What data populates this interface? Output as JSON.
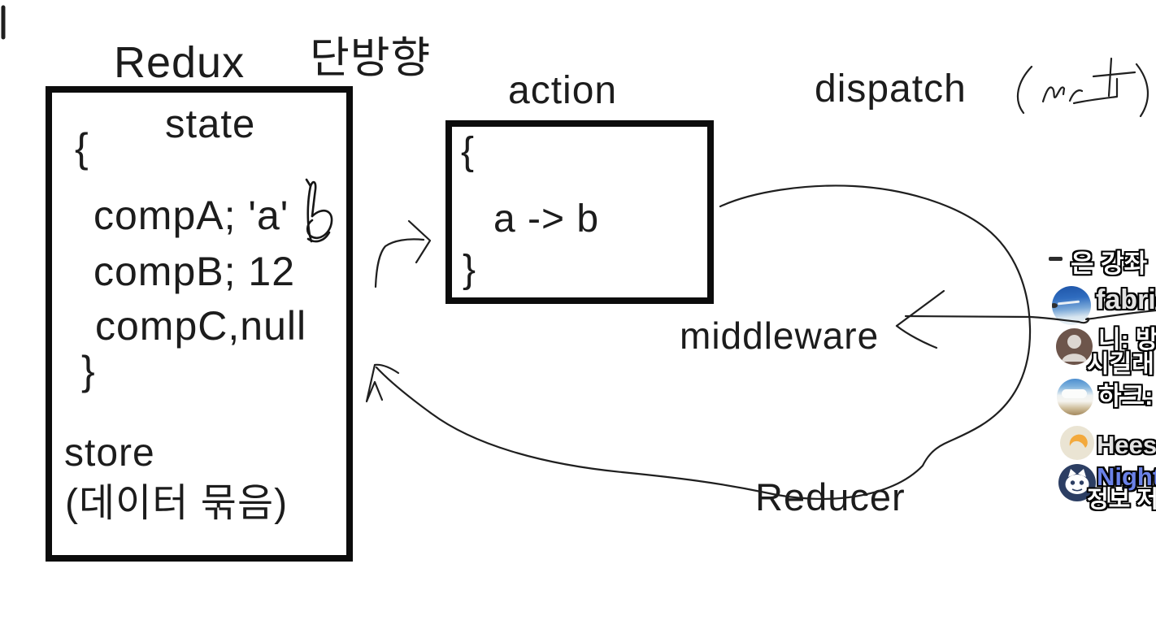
{
  "title": {
    "main": "Redux",
    "sub": "단방향"
  },
  "store_box": {
    "header": "state",
    "open_brace": "{",
    "entries": [
      "compA; 'a'",
      "compB; 12",
      "compC,null"
    ],
    "close_brace": "}",
    "name": "store",
    "name_note": "(데이터 묶음)"
  },
  "action_box": {
    "header": "action",
    "open_brace": "{",
    "expression": "a -> b",
    "close_brace": "}"
  },
  "flow_labels": {
    "dispatch": "dispatch",
    "middleware": "middleware",
    "reducer": "Reducer"
  },
  "handwritten_annotations": {
    "dispatch_argument": "(act)",
    "state_value_overwrite": "b"
  },
  "chat_overlay": {
    "rows": [
      {
        "text": "은 강좌"
      },
      {
        "username": "fabric",
        "avatar": "sky-photo"
      },
      {
        "line1": "니: 방",
        "line2": "시길래",
        "avatar": "person-brown"
      },
      {
        "username": "하크:",
        "avatar": "clouds-photo"
      },
      {
        "username": "Hees",
        "avatar": "orange-hair"
      },
      {
        "username": "Night",
        "message": "정보 저",
        "avatar": "nightbot"
      }
    ]
  },
  "colors": {
    "ink": "#1f1f1f",
    "nightbot_name": "#6b82e8",
    "chat_text": "#ffffff",
    "muted_name": "#e2e2e2",
    "nightbot_avatar_bg": "#2c3e63"
  }
}
